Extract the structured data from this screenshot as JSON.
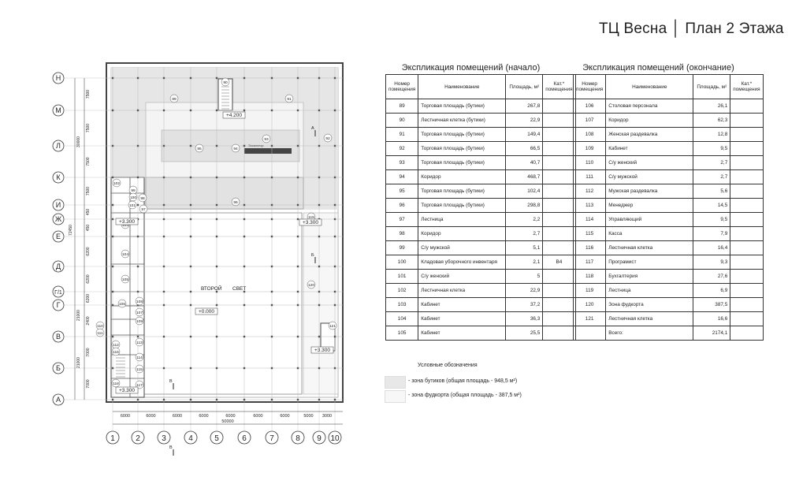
{
  "header": {
    "title": "ТЦ Весна │ План 2 Этажа"
  },
  "table_start": {
    "caption": "Экспликация помещений (начало)",
    "columns": [
      "Номер помещения",
      "Наименование",
      "Площадь, м²",
      "Кат.* помещения"
    ],
    "rows": [
      [
        "89",
        "Торговая площадь (бутики)",
        "267,8",
        ""
      ],
      [
        "90",
        "Лестничная клетка (бутики)",
        "22,9",
        ""
      ],
      [
        "91",
        "Торговая площадь (бутики)",
        "149,4",
        ""
      ],
      [
        "92",
        "Торговая площадь (бутики)",
        "66,5",
        ""
      ],
      [
        "93",
        "Торговая площадь (бутики)",
        "40,7",
        ""
      ],
      [
        "94",
        "Коридор",
        "468,7",
        ""
      ],
      [
        "95",
        "Торговая площадь (бутики)",
        "102,4",
        ""
      ],
      [
        "96",
        "Торговая площадь (бутики)",
        "298,8",
        ""
      ],
      [
        "97",
        "Лестница",
        "2,2",
        ""
      ],
      [
        "98",
        "Коридор",
        "2,7",
        ""
      ],
      [
        "99",
        "С/у мужской",
        "5,1",
        ""
      ],
      [
        "100",
        "Кладовая уборочного инвентаря",
        "2,1",
        "В4"
      ],
      [
        "101",
        "С/у женский",
        "5",
        ""
      ],
      [
        "102",
        "Лестничная клетка",
        "22,9",
        ""
      ],
      [
        "103",
        "Кабинет",
        "37,2",
        ""
      ],
      [
        "104",
        "Кабинет",
        "36,3",
        ""
      ],
      [
        "105",
        "Кабинет",
        "25,5",
        ""
      ]
    ]
  },
  "table_end": {
    "caption": "Экспликация помещений (окончание)",
    "columns": [
      "Номер помещения",
      "Наименование",
      "Площадь, м²",
      "Кат.* помещения"
    ],
    "rows": [
      [
        "106",
        "Столовая персонала",
        "26,1",
        ""
      ],
      [
        "107",
        "Коридор",
        "62,3",
        ""
      ],
      [
        "108",
        "Женская раздевалка",
        "12,8",
        ""
      ],
      [
        "109",
        "Кабинет",
        "9,5",
        ""
      ],
      [
        "110",
        "С/у женский",
        "2,7",
        ""
      ],
      [
        "111",
        "С/у мужской",
        "2,7",
        ""
      ],
      [
        "112",
        "Мужская раздевалка",
        "5,6",
        ""
      ],
      [
        "113",
        "Менеджер",
        "14,5",
        ""
      ],
      [
        "114",
        "Управляющий",
        "9,5",
        ""
      ],
      [
        "115",
        "Касса",
        "7,9",
        ""
      ],
      [
        "116",
        "Лестничная клетка",
        "16,4",
        ""
      ],
      [
        "117",
        "Програмист",
        "9,3",
        ""
      ],
      [
        "118",
        "Бухгалтерия",
        "27,6",
        ""
      ],
      [
        "119",
        "Лестница",
        "6,9",
        ""
      ],
      [
        "120",
        "Зона фудкорта",
        "387,5",
        ""
      ],
      [
        "121",
        "Лестничная клетка",
        "16,6",
        ""
      ],
      [
        "",
        "Всего:",
        "2174,1",
        ""
      ]
    ]
  },
  "legend": {
    "header": "Условные обозначения",
    "items": [
      {
        "label": "- зона бутиков (общая площадь - 948,5 м²)",
        "color": "#e8e8e8"
      },
      {
        "label": "- зона фудкорта (общая площадь - 387,5 м²)",
        "color": "#f7f7f7"
      }
    ]
  },
  "plan": {
    "row_axes": [
      "Н",
      "М",
      "Л",
      "К",
      "И",
      "Ж",
      "Е",
      "Д",
      "Г/1",
      "Г",
      "В",
      "Б",
      "А"
    ],
    "col_axes": [
      "1",
      "2",
      "3",
      "4",
      "5",
      "6",
      "7",
      "8",
      "9",
      "10"
    ],
    "bottom_dims": [
      "6000",
      "6000",
      "6000",
      "6000",
      "6000",
      "6000",
      "6000",
      "5000",
      "3000"
    ],
    "overall_width": "50000",
    "left_dims": [
      "7500",
      "7500",
      "7500",
      "7500",
      "450",
      "450",
      "6200",
      "6200",
      "6200",
      "2400",
      "7000",
      "7000",
      "7000"
    ],
    "left_totals": [
      "30000",
      "72450",
      "21000",
      "21000"
    ],
    "labels": {
      "second_light_1": "ВТОРОЙ",
      "second_light_2": "СВЕТ",
      "escalator": "Эскалатор"
    },
    "levels": [
      "+4.200",
      "+3.300",
      "+3.300",
      "+0.000",
      "+3.300",
      "+3.300"
    ],
    "sections": [
      "А",
      "А",
      "Б",
      "Б",
      "В",
      "В"
    ],
    "rooms": [
      "89",
      "90",
      "91",
      "92",
      "93",
      "94",
      "95",
      "96",
      "97",
      "98",
      "99",
      "100",
      "101",
      "102",
      "103",
      "104",
      "105",
      "106",
      "107",
      "108",
      "109",
      "110",
      "111",
      "112",
      "113",
      "114",
      "115",
      "116",
      "117",
      "118",
      "119",
      "120",
      "121"
    ]
  }
}
